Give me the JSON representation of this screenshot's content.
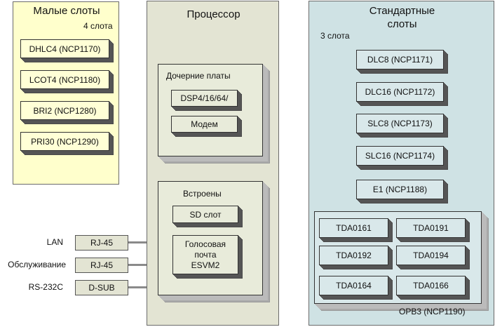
{
  "small_slots": {
    "title": "Малые слоты",
    "count_label": "4 слота",
    "cards": [
      "DHLC4 (NCP1170)",
      "LCOT4 (NCP1180)",
      "BRI2 (NCP1280)",
      "PRI30 (NCP1290)"
    ]
  },
  "processor": {
    "title": "Процессор",
    "daughter": {
      "title": "Дочерние платы",
      "cards": [
        "DSP4/16/64/",
        "Модем"
      ]
    },
    "builtin": {
      "title": "Встроены",
      "sd": "SD слот",
      "voicemail_lines": [
        "Голосовая",
        "почта",
        "ESVM2"
      ]
    }
  },
  "standard_slots": {
    "title_lines": [
      "Стандартные",
      "слоты"
    ],
    "count_label": "3 слота",
    "cards": [
      "DLC8 (NCP1171)",
      "DLC16 (NCP1172)",
      "SLC8 (NCP1173)",
      "SLC16 (NCP1174)",
      "E1 (NCP1188)"
    ],
    "opb3": {
      "label": "OPB3 (NCP1190)",
      "cards": [
        "TDA0161",
        "TDA0191",
        "TDA0192",
        "TDA0194",
        "TDA0164",
        "TDA0166"
      ]
    }
  },
  "ports": [
    {
      "label": "LAN",
      "connector": "RJ-45"
    },
    {
      "label": "Обслуживание",
      "connector": "RJ-45"
    },
    {
      "label": "RS-232C",
      "connector": "D-SUB"
    }
  ],
  "colors": {
    "small_panel": "#ffffcc",
    "processor_panel": "#e3e4d3",
    "standard_panel": "#cfe2e4"
  }
}
